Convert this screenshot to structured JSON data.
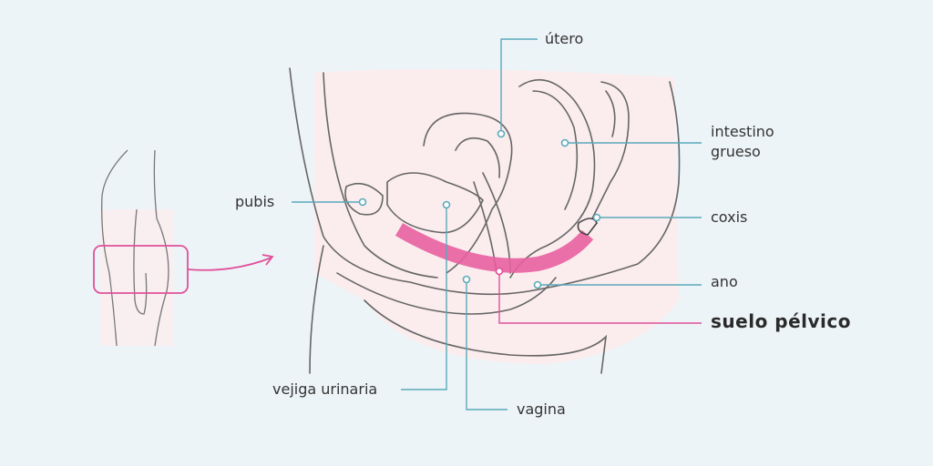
{
  "labels": {
    "utero": "útero",
    "intestino_line1": "intestino",
    "intestino_line2": "grueso",
    "coxis": "coxis",
    "pubis": "pubis",
    "ano": "ano",
    "suelo_pelvico": "suelo pélvico",
    "vejiga": "vejiga urinaria",
    "vagina": "vagina"
  },
  "colors": {
    "background": "#edf4f7",
    "highlight": "#fbecee",
    "pelvic_floor": "#e8609e",
    "leader_teal": "#5aaabb",
    "leader_pink": "#e0509a",
    "outline": "#666666"
  }
}
